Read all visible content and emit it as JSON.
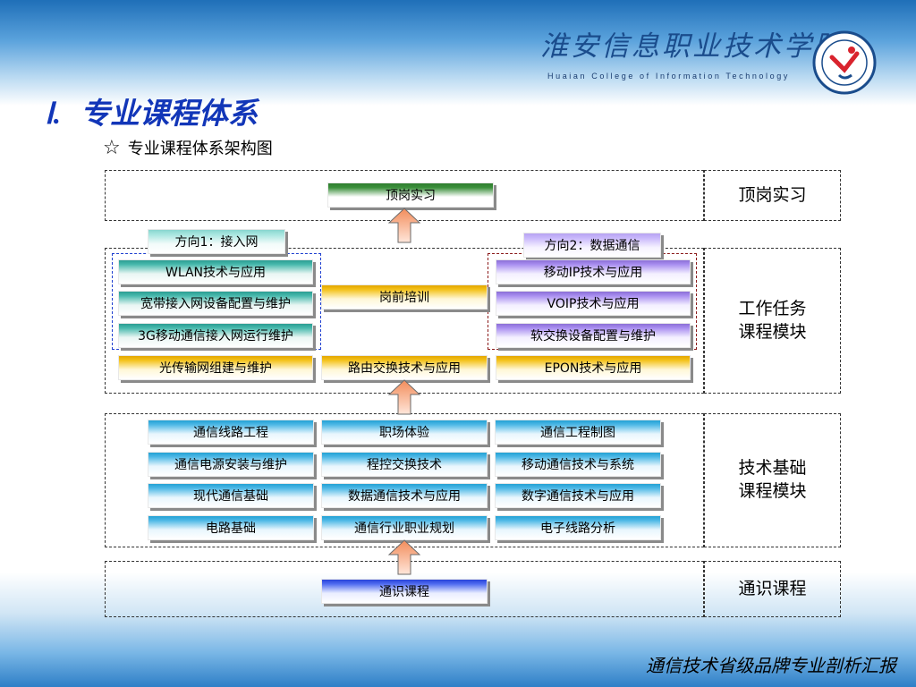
{
  "header": {
    "school_name_cn": "淮安信息职业技术学院",
    "school_name_en": "Huaian College of Information Technology",
    "logo": "college-emblem-icon"
  },
  "title": {
    "number": "Ⅰ.",
    "text": "专业课程体系"
  },
  "subtitle": {
    "icon": "☆",
    "text": "专业课程体系架构图"
  },
  "sections": {
    "internship": {
      "label": "顶岗实习",
      "box": "顶岗实习"
    },
    "work": {
      "label": "工作任务\n课程模块",
      "direction1": "方向1：接入网",
      "direction2": "方向2：数据通信",
      "left": [
        "WLAN技术与应用",
        "宽带接入网设备配置与维护",
        "3G移动通信接入网运行维护",
        "光传输网组建与维护"
      ],
      "middle": [
        "岗前培训",
        "路由交换技术与应用"
      ],
      "right": [
        "移动IP技术与应用",
        "VOIP技术与应用",
        "软交换设备配置与维护",
        "EPON技术与应用"
      ]
    },
    "tech": {
      "label": "技术基础\n课程模块",
      "rows": [
        [
          "通信线路工程",
          "职场体验",
          "通信工程制图"
        ],
        [
          "通信电源安装与维护",
          "程控交换技术",
          "移动通信技术与系统"
        ],
        [
          "现代通信基础",
          "数据通信技术与应用",
          "数字通信技术与应用"
        ],
        [
          "电路基础",
          "通信行业职业规划",
          "电子线路分析"
        ]
      ]
    },
    "general": {
      "label": "通识课程",
      "box": "通识课程"
    }
  },
  "footer": {
    "text": "通信技术省级品牌专业剖析汇报"
  },
  "colors": {
    "title": "#1236b8",
    "internship_box": "#2f7d2f",
    "work_left": "#2b9d92",
    "work_right": "#8b6fd6",
    "orange": "#e3a600",
    "tech": "#23a1d4",
    "general": "#2944d9",
    "left_group_border": "#1f3fd0",
    "right_group_border": "#8b1a1a",
    "arrow": "#f28c5a"
  }
}
